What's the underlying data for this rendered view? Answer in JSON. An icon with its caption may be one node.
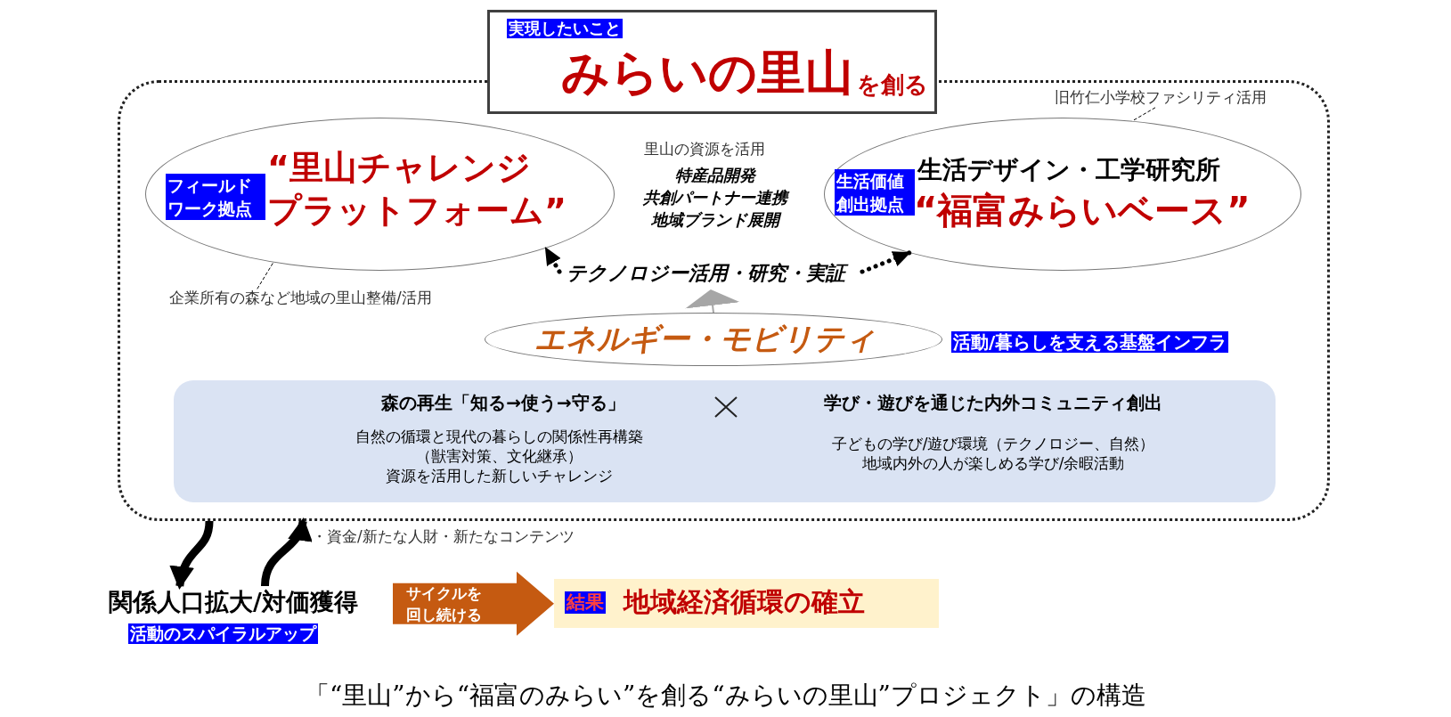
{
  "diagram": {
    "caption": "「“里山”から“福富のみらい”を創る“みらいの里山”プロジェクト」の構造",
    "nodes": [
      {
        "text": [
          "実現したいこと",
          "みらいの里山",
          "を創る"
        ]
      },
      {
        "text": [],
        "shape": "box"
      },
      {
        "text": [
          "フィールドワーク拠点",
          "“里山チャレンジ",
          "プラットフォーム”"
        ],
        "in": 1
      },
      {
        "text": [
          "生活価値創出拠点",
          "生活デザイン・工学研究所",
          "“福富みらいベース”"
        ],
        "in": 1
      },
      {
        "text": [
          "テクノロジー活用・研究・実証"
        ],
        "in": 1
      },
      {
        "text": [
          "エネルギー・モビリティ"
        ],
        "in": 1,
        "beside": [
          "活動/暮らしを支える基盤インフラ"
        ]
      },
      {
        "text": [
          "森の再生「知る→使う→守る」",
          "自然の循環と現代の暮らしの関係性再構築",
          "（獣害対策、文化継承）",
          "資源を活用した新しいチャレンジ",
          "学び・遊びを通じた内外コミュニティ創出",
          "子どもの学び/遊び環境（テクノロジー、自然）",
          "地域内外の人が楽しめる学び/余暇活動"
        ],
        "in": 1
      },
      {
        "text": [
          "旧竹仁小学校ファシリティ活用"
        ],
        "in": 1
      },
      {
        "text": [
          "企業所有の森など地域の里山整備/活用"
        ],
        "in": 1
      },
      {
        "text": [
          "関係人口拡大/対価獲得"
        ],
        "beside": [
          "活動のスパイラルアップ"
        ]
      },
      {
        "text": [
          "結果",
          "地域経済循環の確立"
        ]
      }
    ],
    "edges": [
      {
        "from": 4,
        "to": 2,
        "arrow": "to",
        "style": "dashed"
      },
      {
        "from": 4,
        "to": 3,
        "arrow": "to",
        "style": "dashed"
      },
      {
        "from": 5,
        "to": 4,
        "arrow": "to",
        "color": "#a6a6a6"
      },
      {
        "from": 7,
        "to": 3,
        "arrow": "none",
        "style": "dashed"
      },
      {
        "from": 8,
        "to": 2,
        "arrow": "none",
        "style": "dashed"
      },
      {
        "from": 1,
        "to": 9,
        "arrow": "to",
        "style": "thick"
      },
      {
        "from": 9,
        "to": 1,
        "arrow": "to",
        "style": "thick",
        "label": "・資金/新たな人財・新たなコンテンツ"
      },
      {
        "from": 9,
        "to": 10,
        "arrow": "to",
        "style": "thick",
        "color": "#c55a11",
        "label": "サイクルを回し続ける"
      }
    ],
    "labels": [
      "里山の資源を活用",
      "特産品開発",
      "共創パートナー連携",
      "地域ブランド展開"
    ]
  }
}
